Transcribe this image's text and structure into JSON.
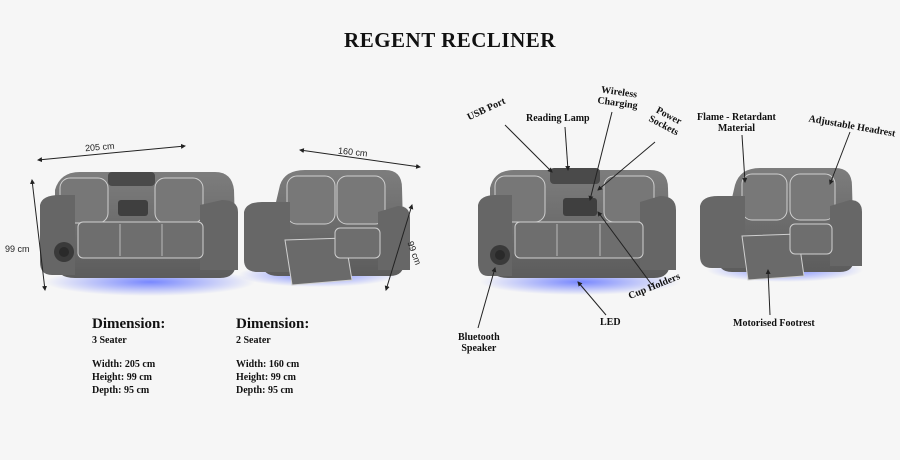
{
  "title": "REGENT RECLINER",
  "dimension_labels": {
    "three_width": "205 cm",
    "three_height": "99 cm",
    "two_width": "160 cm",
    "two_height": "99 cm"
  },
  "specs": [
    {
      "heading": "Dimension:",
      "seater": "3 Seater",
      "width": "Width: 205 cm",
      "height": "Height: 99 cm",
      "depth": "Depth: 95 cm"
    },
    {
      "heading": "Dimension:",
      "seater": "2 Seater",
      "width": "Width: 160 cm",
      "height": "Height: 99 cm",
      "depth": "Depth: 95 cm"
    }
  ],
  "callouts": {
    "usb_port": "USB Port",
    "reading_lamp": "Reading Lamp",
    "wireless_charging_1": "Wireless",
    "wireless_charging_2": "Charging",
    "power_sockets_1": "Power",
    "power_sockets_2": "Sockets",
    "flame_1": "Flame - Retardant",
    "flame_2": "Material",
    "adjustable_headrest": "Adjustable Headrest",
    "bluetooth_1": "Bluetooth",
    "bluetooth_2": "Speaker",
    "led": "LED",
    "cup_holders": "Cup Holders",
    "motorised_footrest": "Motorised Footrest"
  },
  "colors": {
    "fabric": "#707070",
    "fabric_dark": "#555555",
    "stitch": "#d8d8d8",
    "led_glow": "#5a6cff"
  }
}
